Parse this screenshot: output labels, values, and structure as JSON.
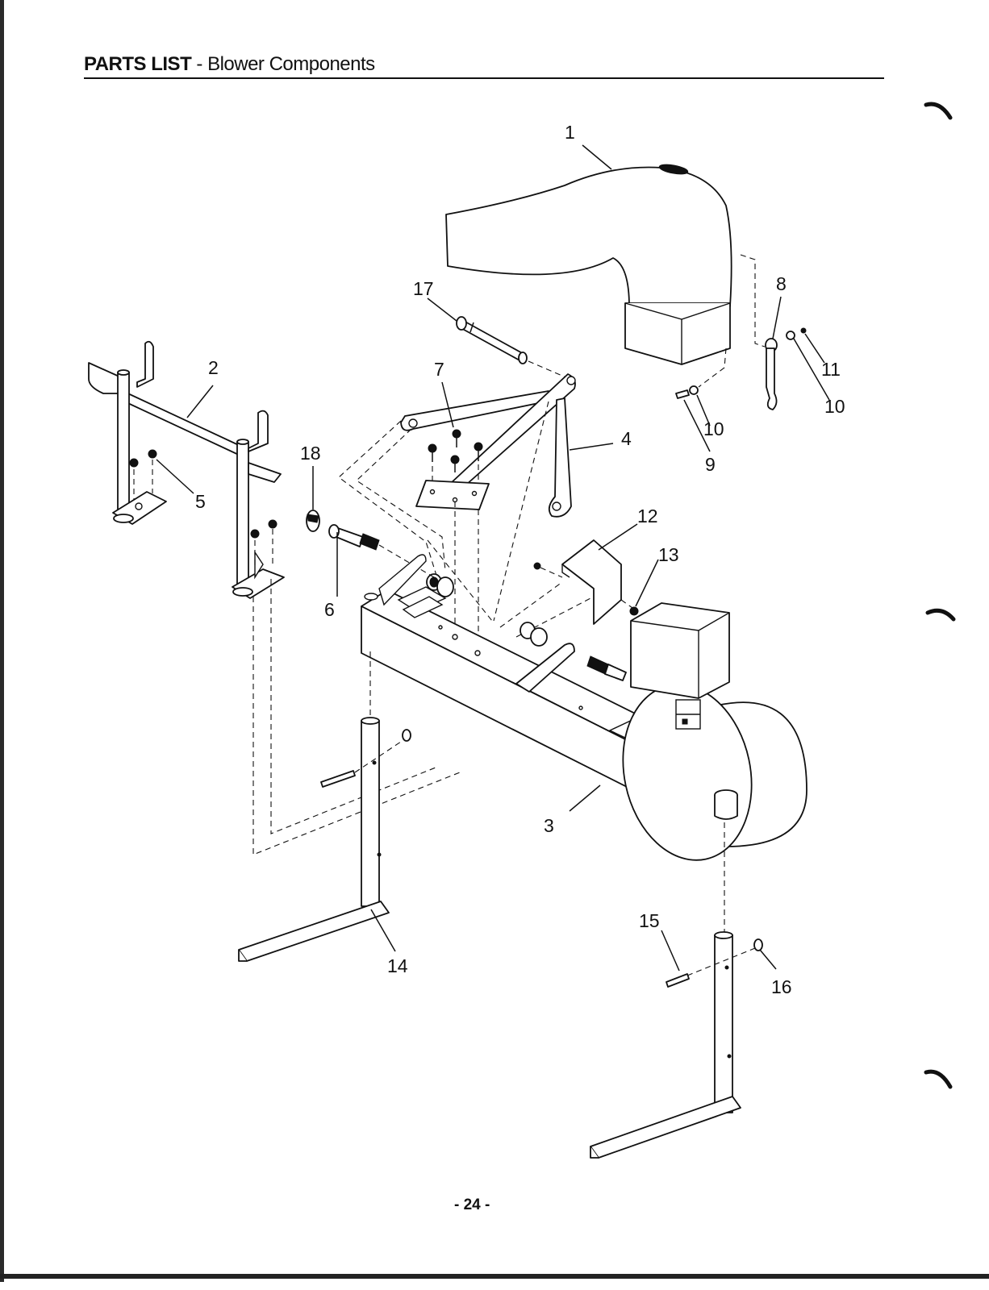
{
  "header": {
    "title_bold": "PARTS LIST",
    "title_rest": " - Blower Components"
  },
  "callouts": {
    "c1": "1",
    "c2": "2",
    "c3": "3",
    "c4": "4",
    "c5": "5",
    "c6": "6",
    "c7": "7",
    "c8": "8",
    "c9": "9",
    "c10a": "10",
    "c10b": "10",
    "c11": "11",
    "c12": "12",
    "c13": "13",
    "c14": "14",
    "c15": "15",
    "c16": "16",
    "c17": "17",
    "c18": "18"
  },
  "footer": {
    "page_number": "- 24 -"
  }
}
